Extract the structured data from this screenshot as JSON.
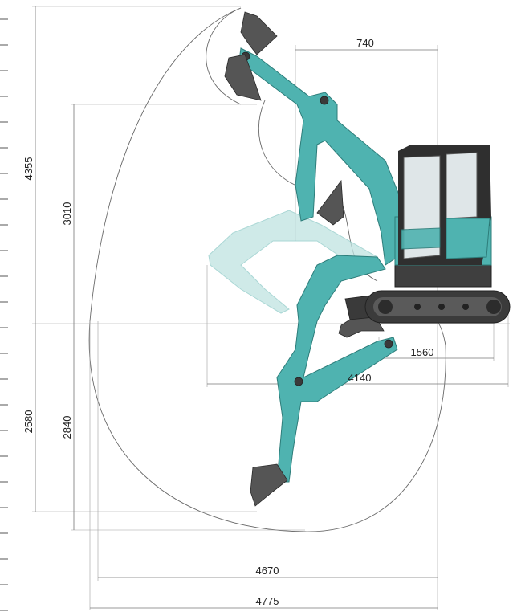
{
  "colors": {
    "machine_teal": "#4fb3b0",
    "machine_dark": "#3a3a3a",
    "dimension_line": "#777777",
    "background": "#ffffff"
  },
  "dimensions": {
    "cab_to_pivot": "740",
    "max_height": "4355",
    "dump_height": "3010",
    "tail_radius": "1560",
    "ground_reach": "4140",
    "dig_depth_vertical_wall": "2580",
    "max_dig_depth": "2840",
    "reach_ground_level": "4670",
    "max_reach": "4775"
  }
}
